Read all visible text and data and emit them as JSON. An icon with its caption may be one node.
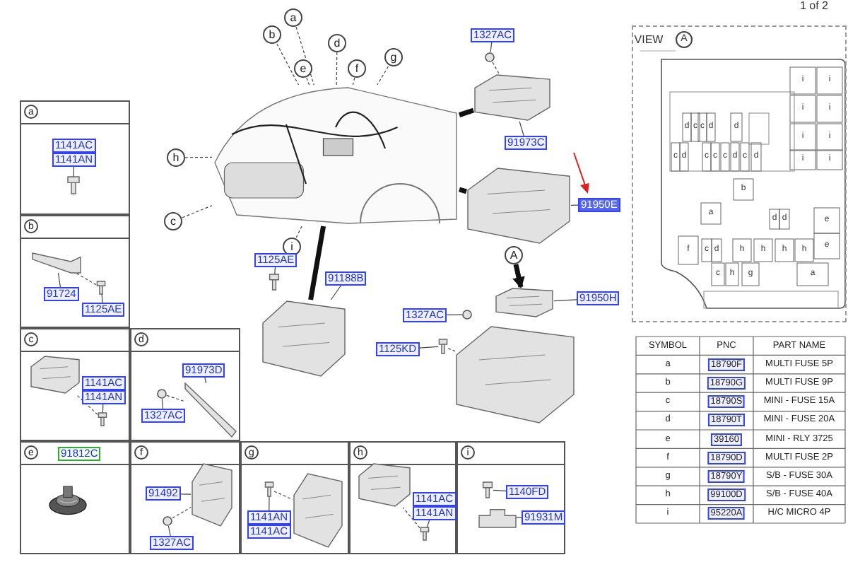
{
  "diagram": {
    "nodes": [
      {
        "text": [],
        "shape": "picture"
      },
      {
        "text": [
          "a"
        ]
      },
      {
        "text": [
          "b"
        ]
      },
      {
        "text": [
          "d"
        ]
      },
      {
        "text": [
          "e"
        ]
      },
      {
        "text": [
          "f"
        ]
      },
      {
        "text": [
          "g"
        ]
      },
      {
        "text": [
          "h"
        ]
      },
      {
        "text": [
          "c"
        ]
      },
      {
        "text": [
          "i"
        ]
      },
      {
        "text": [
          "1327AC"
        ]
      },
      {
        "text": [],
        "shape": "circle"
      },
      {
        "text": [],
        "shape": "picture"
      },
      {
        "text": [
          "91973C"
        ]
      },
      {
        "text": [],
        "shape": "picture"
      },
      {
        "text": [
          "91950E"
        ]
      },
      {
        "text": [
          "A"
        ]
      },
      {
        "text": [
          "91950H"
        ]
      },
      {
        "text": [],
        "shape": "picture"
      },
      {
        "text": [
          "1327AC"
        ]
      },
      {
        "text": [],
        "shape": "circle"
      },
      {
        "text": [
          "1125KD"
        ]
      },
      {
        "text": [],
        "shape": "picture"
      },
      {
        "text": [],
        "shape": "picture"
      },
      {
        "text": [
          "1125AE"
        ]
      },
      {
        "text": [],
        "shape": "picture"
      },
      {
        "text": [
          "91188B"
        ]
      },
      {
        "text": [],
        "shape": "picture"
      },
      {
        "text": [
          "a"
        ]
      },
      {
        "text": [
          "1141AC",
          "1141AN"
        ],
        "in": 28
      },
      {
        "text": [],
        "shape": "picture",
        "in": 28
      },
      {
        "text": [
          "b"
        ]
      },
      {
        "text": [
          "91724"
        ],
        "in": 31
      },
      {
        "text": [],
        "shape": "picture",
        "in": 31
      },
      {
        "text": [
          "1125AE"
        ],
        "in": 31
      },
      {
        "text": [],
        "shape": "picture",
        "in": 31
      },
      {
        "text": [
          "c"
        ]
      },
      {
        "text": [
          "1141AC",
          "1141AN"
        ],
        "in": 36
      },
      {
        "text": [],
        "shape": "picture",
        "in": 36
      },
      {
        "text": [],
        "shape": "picture",
        "in": 36
      },
      {
        "text": [
          "d"
        ]
      },
      {
        "text": [
          "91973D"
        ],
        "in": 40
      },
      {
        "text": [
          "1327AC"
        ],
        "in": 40
      },
      {
        "text": [],
        "shape": "circle",
        "in": 40
      },
      {
        "text": [],
        "shape": "picture",
        "in": 40
      },
      {
        "text": [
          "e"
        ]
      },
      {
        "text": [
          "91812C"
        ],
        "in": 45
      },
      {
        "text": [],
        "shape": "picture",
        "in": 45
      },
      {
        "text": [
          "f"
        ]
      },
      {
        "text": [
          "91492"
        ],
        "in": 48
      },
      {
        "text": [],
        "shape": "picture",
        "in": 48
      },
      {
        "text": [],
        "shape": "circle",
        "in": 48
      },
      {
        "text": [
          "1327AC"
        ],
        "in": 48
      },
      {
        "text": [
          "g"
        ]
      },
      {
        "text": [],
        "shape": "picture",
        "in": 53
      },
      {
        "text": [
          "1141AN",
          "1141AC"
        ],
        "in": 53
      },
      {
        "text": [],
        "shape": "picture",
        "in": 53
      },
      {
        "text": [
          "h"
        ]
      },
      {
        "text": [],
        "shape": "picture",
        "in": 57
      },
      {
        "text": [
          "1141AC",
          "1141AN"
        ],
        "in": 57
      },
      {
        "text": [],
        "shape": "picture",
        "in": 57
      },
      {
        "text": [
          "i"
        ]
      },
      {
        "text": [],
        "shape": "picture",
        "in": 61
      },
      {
        "text": [
          "1140FD"
        ],
        "in": 61
      },
      {
        "text": [],
        "shape": "picture",
        "in": 61
      },
      {
        "text": [
          "91931M"
        ],
        "in": 61
      }
    ],
    "edges": [
      {
        "from": 1,
        "to": 0,
        "arrow": "none",
        "style": "dashed"
      },
      {
        "from": 2,
        "to": 0,
        "arrow": "none",
        "style": "dashed"
      },
      {
        "from": 3,
        "to": 0,
        "arrow": "none",
        "style": "dashed"
      },
      {
        "from": 4,
        "to": 0,
        "arrow": "none",
        "style": "dashed"
      },
      {
        "from": 5,
        "to": 0,
        "arrow": "none",
        "style": "dashed"
      },
      {
        "from": 6,
        "to": 0,
        "arrow": "none",
        "style": "dashed"
      },
      {
        "from": 7,
        "to": 0,
        "arrow": "none",
        "style": "dashed"
      },
      {
        "from": 8,
        "to": 0,
        "arrow": "none",
        "style": "dashed"
      },
      {
        "from": 9,
        "to": 0,
        "arrow": "none",
        "style": "dashed"
      },
      {
        "from": 0,
        "to": 12,
        "arrow": "none",
        "style": "thick"
      },
      {
        "from": 0,
        "to": 14,
        "arrow": "none",
        "style": "thick"
      },
      {
        "from": 0,
        "to": 27,
        "arrow": "none",
        "style": "thick"
      },
      {
        "from": 10,
        "to": 11,
        "arrow": "none"
      },
      {
        "from": 11,
        "to": 12,
        "arrow": "none",
        "style": "dashed"
      },
      {
        "from": 13,
        "to": 12,
        "arrow": "none"
      },
      {
        "from": 15,
        "to": 14,
        "arrow": "none"
      },
      {
        "from": 16,
        "to": 18,
        "arrow": "to",
        "style": "thick"
      },
      {
        "from": 17,
        "to": 18,
        "arrow": "none"
      },
      {
        "from": 19,
        "to": 20,
        "arrow": "none"
      },
      {
        "from": 21,
        "to": 22,
        "arrow": "none"
      },
      {
        "from": 22,
        "to": 23,
        "arrow": "none",
        "style": "dashed"
      },
      {
        "from": 24,
        "to": 25,
        "arrow": "none"
      },
      {
        "from": 26,
        "to": 27,
        "arrow": "none"
      },
      {
        "from": 29,
        "to": 30,
        "arrow": "none"
      },
      {
        "from": 32,
        "to": 33,
        "arrow": "none"
      },
      {
        "from": 34,
        "to": 35,
        "arrow": "none"
      },
      {
        "from": 35,
        "to": 33,
        "arrow": "none",
        "style": "dashed"
      },
      {
        "from": 37,
        "to": 38,
        "arrow": "none"
      },
      {
        "from": 38,
        "to": 39,
        "arrow": "none",
        "style": "dashed"
      },
      {
        "from": 41,
        "to": 44,
        "arrow": "none"
      },
      {
        "from": 42,
        "to": 43,
        "arrow": "none"
      },
      {
        "from": 43,
        "to": 44,
        "arrow": "none",
        "style": "dashed"
      },
      {
        "from": 49,
        "to": 50,
        "arrow": "none"
      },
      {
        "from": 52,
        "to": 51,
        "arrow": "none"
      },
      {
        "from": 51,
        "to": 50,
        "arrow": "none",
        "style": "dashed"
      },
      {
        "from": 55,
        "to": 54,
        "arrow": "none"
      },
      {
        "from": 54,
        "to": 56,
        "arrow": "none",
        "style": "dashed"
      },
      {
        "from": 59,
        "to": 60,
        "arrow": "none"
      },
      {
        "from": 60,
        "to": 58,
        "arrow": "none",
        "style": "dashed"
      },
      {
        "from": 63,
        "to": 62,
        "arrow": "none"
      },
      {
        "from": 65,
        "to": 64,
        "arrow": "none"
      }
    ],
    "labels": [
      "1 of 2",
      "VIEW",
      "A",
      "i",
      "i",
      "i",
      "i",
      "d",
      "c",
      "c",
      "d",
      "d",
      "i",
      "i",
      "c",
      "d",
      "c",
      "c",
      "c",
      "d",
      "c",
      "d",
      "i",
      "i",
      "b",
      "a",
      "d",
      "d",
      "e",
      "e",
      "f",
      "c",
      "d",
      "h",
      "h",
      "h",
      "h",
      "c",
      "h",
      "g",
      "a",
      "SYMBOL",
      "PNC",
      "PART NAME",
      "a",
      "18790F",
      "MULTI FUSE 5P",
      "b",
      "18790G",
      "MULTI FUSE 9P",
      "c",
      "18790S",
      "MINI - FUSE 15A",
      "d",
      "18790T",
      "MINI - FUSE 20A",
      "e",
      "39160",
      "MINI - RLY 3725",
      "f",
      "18790D",
      "MULTI FUSE 2P",
      "g",
      "18790Y",
      "S/B - FUSE 30A",
      "h",
      "99100D",
      "S/B - FUSE 40A",
      "i",
      "95220A",
      "H/C MICRO 4P"
    ]
  }
}
